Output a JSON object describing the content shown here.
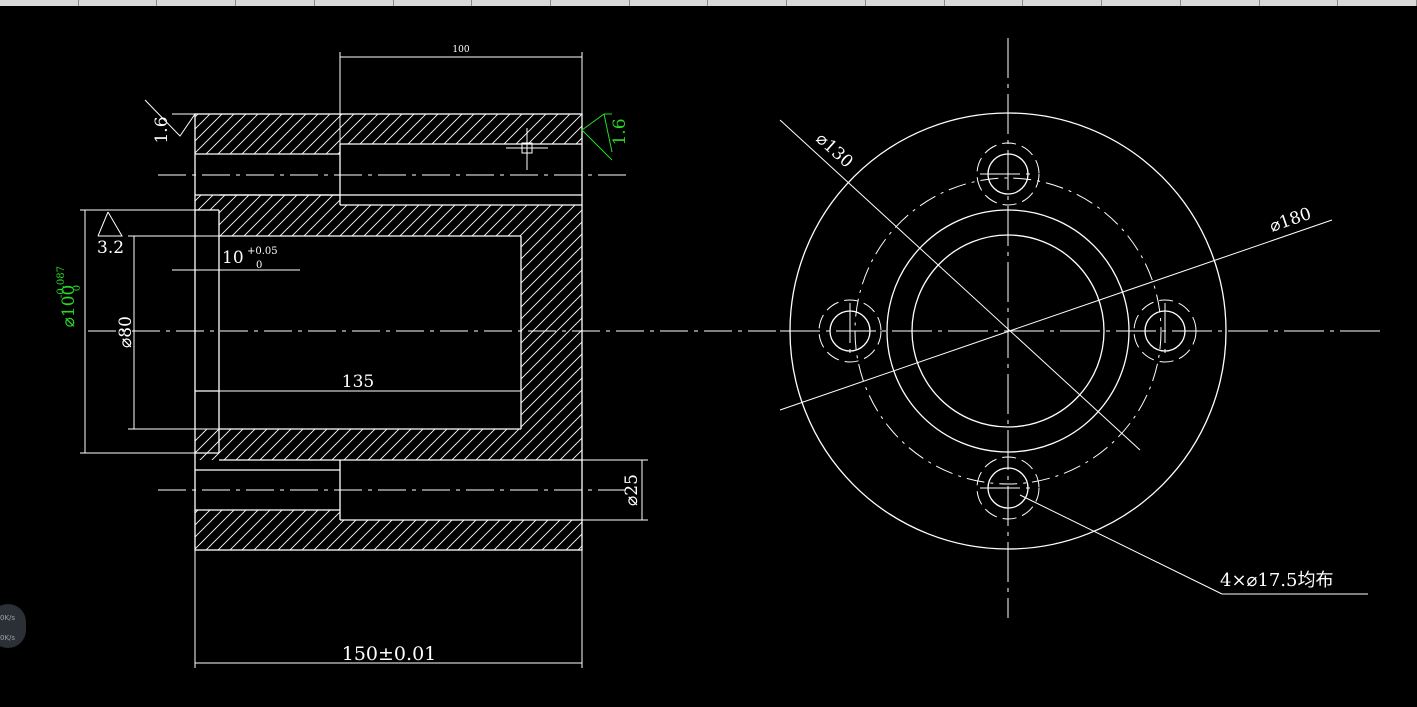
{
  "colors": {
    "background": "#000000",
    "line": "#ffffff",
    "accent_green": "#22dd22",
    "tabs_bar": "#d9d9d9"
  },
  "tabs_count": 18,
  "front_view": {
    "width_top": "100",
    "surface_left": "1.6",
    "surface_right": "1.6",
    "surface_inner": "3.2",
    "depth": "10",
    "depth_upper": "+0.05",
    "depth_lower": "0",
    "bore_length": "135",
    "bore_dia": "⌀80",
    "outer_dia": "⌀100",
    "outer_dia_upper": "-0.087",
    "outer_dia_lower": "0",
    "hole_dia": "⌀25",
    "overall_length": "150±0.01"
  },
  "side_view": {
    "pcd": "⌀130",
    "outer": "⌀180",
    "holes": "4×⌀17.5均布"
  },
  "status": {
    "speed1": "0K/s",
    "speed2": "0K/s"
  }
}
